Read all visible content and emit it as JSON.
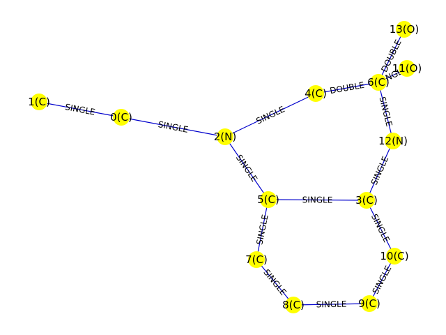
{
  "graph": {
    "node_color": "#ffff00",
    "edge_color": "#0000cc",
    "nodes": [
      {
        "id": 0,
        "label": "0(C)"
      },
      {
        "id": 1,
        "label": "1(C)"
      },
      {
        "id": 2,
        "label": "2(N)"
      },
      {
        "id": 3,
        "label": "3(C)"
      },
      {
        "id": 4,
        "label": "4(C)"
      },
      {
        "id": 5,
        "label": "5(C)"
      },
      {
        "id": 6,
        "label": "6(C)"
      },
      {
        "id": 7,
        "label": "7(C)"
      },
      {
        "id": 8,
        "label": "8(C)"
      },
      {
        "id": 9,
        "label": "9(C)"
      },
      {
        "id": 10,
        "label": "10(C)"
      },
      {
        "id": 11,
        "label": "11(O)"
      },
      {
        "id": 12,
        "label": "12(N)"
      },
      {
        "id": 13,
        "label": "13(O)"
      }
    ],
    "edges": [
      {
        "source": 1,
        "target": 0,
        "label": "SINGLE"
      },
      {
        "source": 0,
        "target": 2,
        "label": "SINGLE"
      },
      {
        "source": 2,
        "target": 4,
        "label": "SINGLE"
      },
      {
        "source": 2,
        "target": 5,
        "label": "SINGLE"
      },
      {
        "source": 4,
        "target": 6,
        "label": "DOUBLE"
      },
      {
        "source": 6,
        "target": 13,
        "label": "DOUBLE"
      },
      {
        "source": 6,
        "target": 11,
        "label": "SINGLE"
      },
      {
        "source": 6,
        "target": 12,
        "label": "SINGLE"
      },
      {
        "source": 12,
        "target": 3,
        "label": "SINGLE"
      },
      {
        "source": 5,
        "target": 3,
        "label": "SINGLE"
      },
      {
        "source": 3,
        "target": 10,
        "label": "SINGLE"
      },
      {
        "source": 5,
        "target": 7,
        "label": "SINGLE"
      },
      {
        "source": 7,
        "target": 8,
        "label": "SINGLE"
      },
      {
        "source": 8,
        "target": 9,
        "label": "SINGLE"
      },
      {
        "source": 9,
        "target": 10,
        "label": "SINGLE"
      }
    ]
  }
}
